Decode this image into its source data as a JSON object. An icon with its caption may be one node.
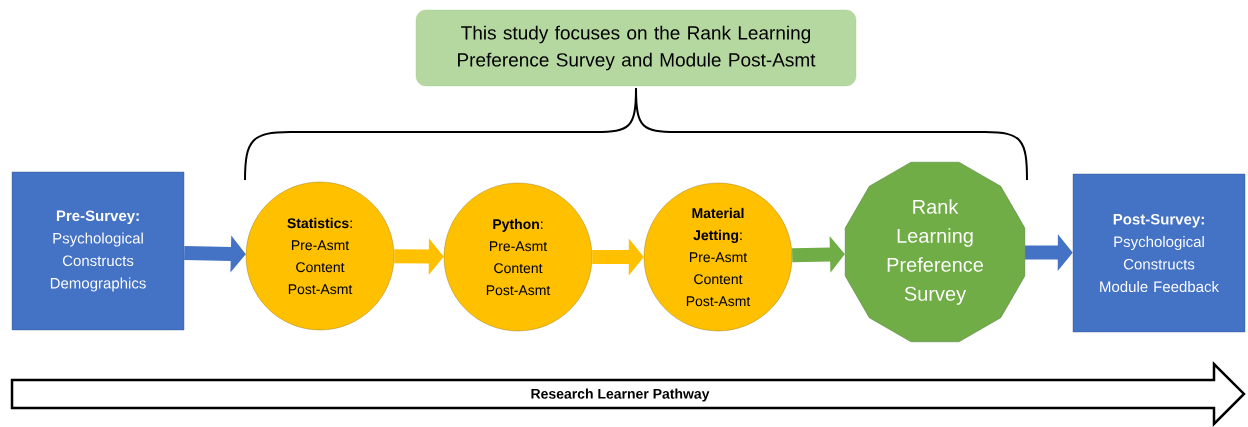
{
  "diagram": {
    "nodes": [
      {
        "text": [
          "This study focuses on the Rank Learning Preference Survey and Module Post-Asmt"
        ]
      },
      {
        "text": [
          "Pre-Survey:",
          "Psychological Constructs Demographics"
        ]
      },
      {
        "text": [
          "**Statistics**:",
          "Pre-Asmt Content Post-Asmt"
        ]
      },
      {
        "text": [
          "**Python**:",
          "Pre-Asmt Content Post-Asmt"
        ]
      },
      {
        "text": [
          "**Material Jetting**:",
          "Pre-Asmt Content Post-Asmt"
        ]
      },
      {
        "text": [
          "Rank Learning Preference Survey"
        ]
      },
      {
        "text": [
          "Post-Survey:",
          "Psychological Constructs Module Feedback"
        ]
      },
      {
        "text": [
          "Research Learner Pathway"
        ]
      }
    ],
    "edges": [
      {
        "from": 1,
        "to": 2,
        "arrow": "to",
        "color": "#4472c4"
      },
      {
        "from": 2,
        "to": 3,
        "arrow": "to",
        "color": "#ffc000"
      },
      {
        "from": 3,
        "to": 4,
        "arrow": "to",
        "color": "#ffc000"
      },
      {
        "from": 4,
        "to": 5,
        "arrow": "to",
        "color": "#70ad47"
      },
      {
        "from": 5,
        "to": 6,
        "arrow": "to",
        "color": "#4472c4"
      }
    ]
  }
}
